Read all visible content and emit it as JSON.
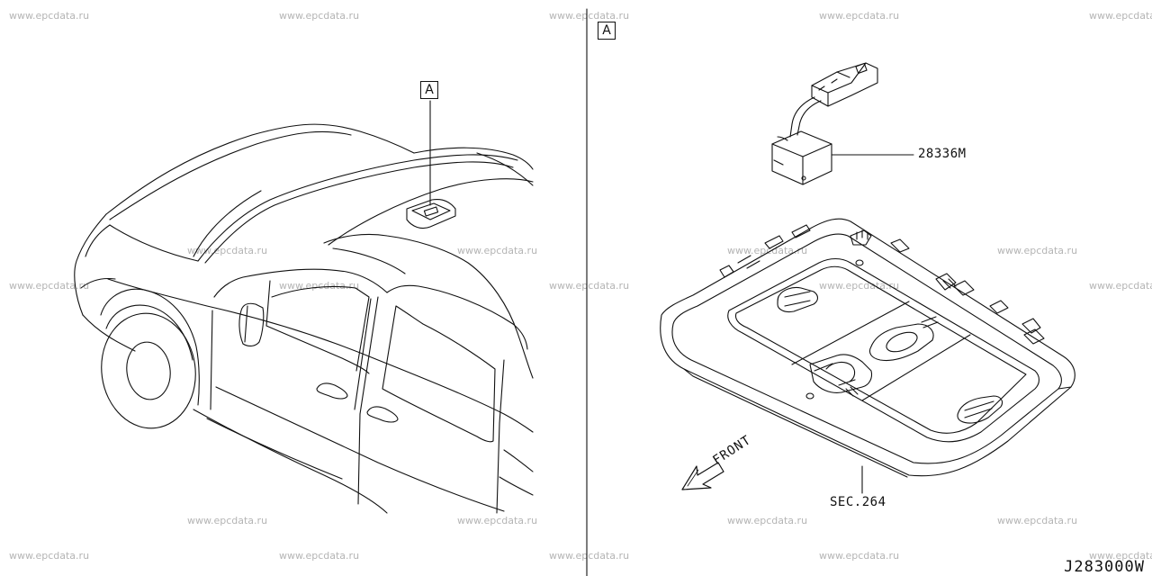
{
  "watermark_text": "www.epcdata.ru",
  "view_label_left": "A",
  "view_label_right": "A",
  "part_number": "28336M",
  "section_ref": "SEC.264",
  "direction_label": "FRONT",
  "diagram_code": "J283000W"
}
